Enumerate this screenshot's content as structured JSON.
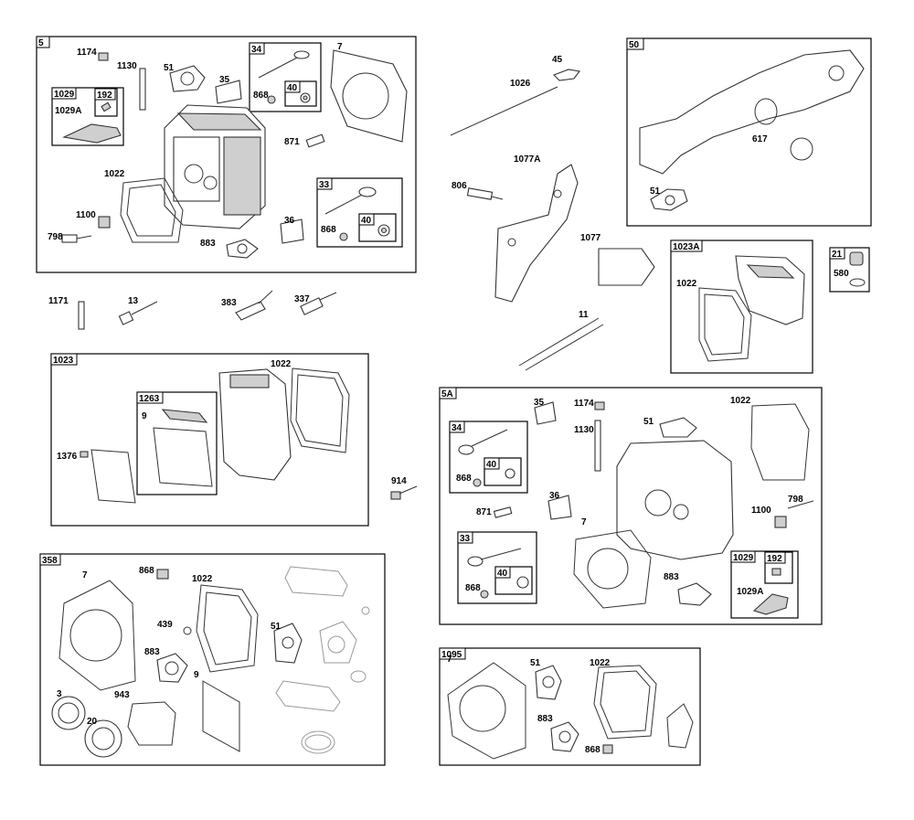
{
  "groups": [
    {
      "id": "5",
      "label": "5"
    },
    {
      "id": "50",
      "label": "50"
    },
    {
      "id": "1023",
      "label": "1023"
    },
    {
      "id": "1023A",
      "label": "1023A"
    },
    {
      "id": "21",
      "label": "21"
    },
    {
      "id": "5A",
      "label": "5A"
    },
    {
      "id": "358",
      "label": "358"
    },
    {
      "id": "1095",
      "label": "1095"
    }
  ],
  "subgroups": [
    "34",
    "40",
    "33",
    "40",
    "1029",
    "192",
    "1263",
    "34",
    "40",
    "33",
    "40",
    "1029",
    "192"
  ],
  "callouts": [
    "1174",
    "1130",
    "51",
    "7",
    "35",
    "868",
    "871",
    "1022",
    "1100",
    "798",
    "883",
    "36",
    "1029A",
    "45",
    "1026",
    "806",
    "1077A",
    "1077",
    "11",
    "617",
    "51",
    "1022",
    "580",
    "1171",
    "13",
    "383",
    "337",
    "9",
    "1022",
    "1376",
    "914",
    "35",
    "1174",
    "1130",
    "51",
    "1022",
    "868",
    "871",
    "36",
    "7",
    "868",
    "883",
    "1100",
    "798",
    "1029A",
    "7",
    "868",
    "1022",
    "439",
    "883",
    "51",
    "9",
    "3",
    "943",
    "20",
    "7",
    "51",
    "1022",
    "883",
    "868"
  ]
}
